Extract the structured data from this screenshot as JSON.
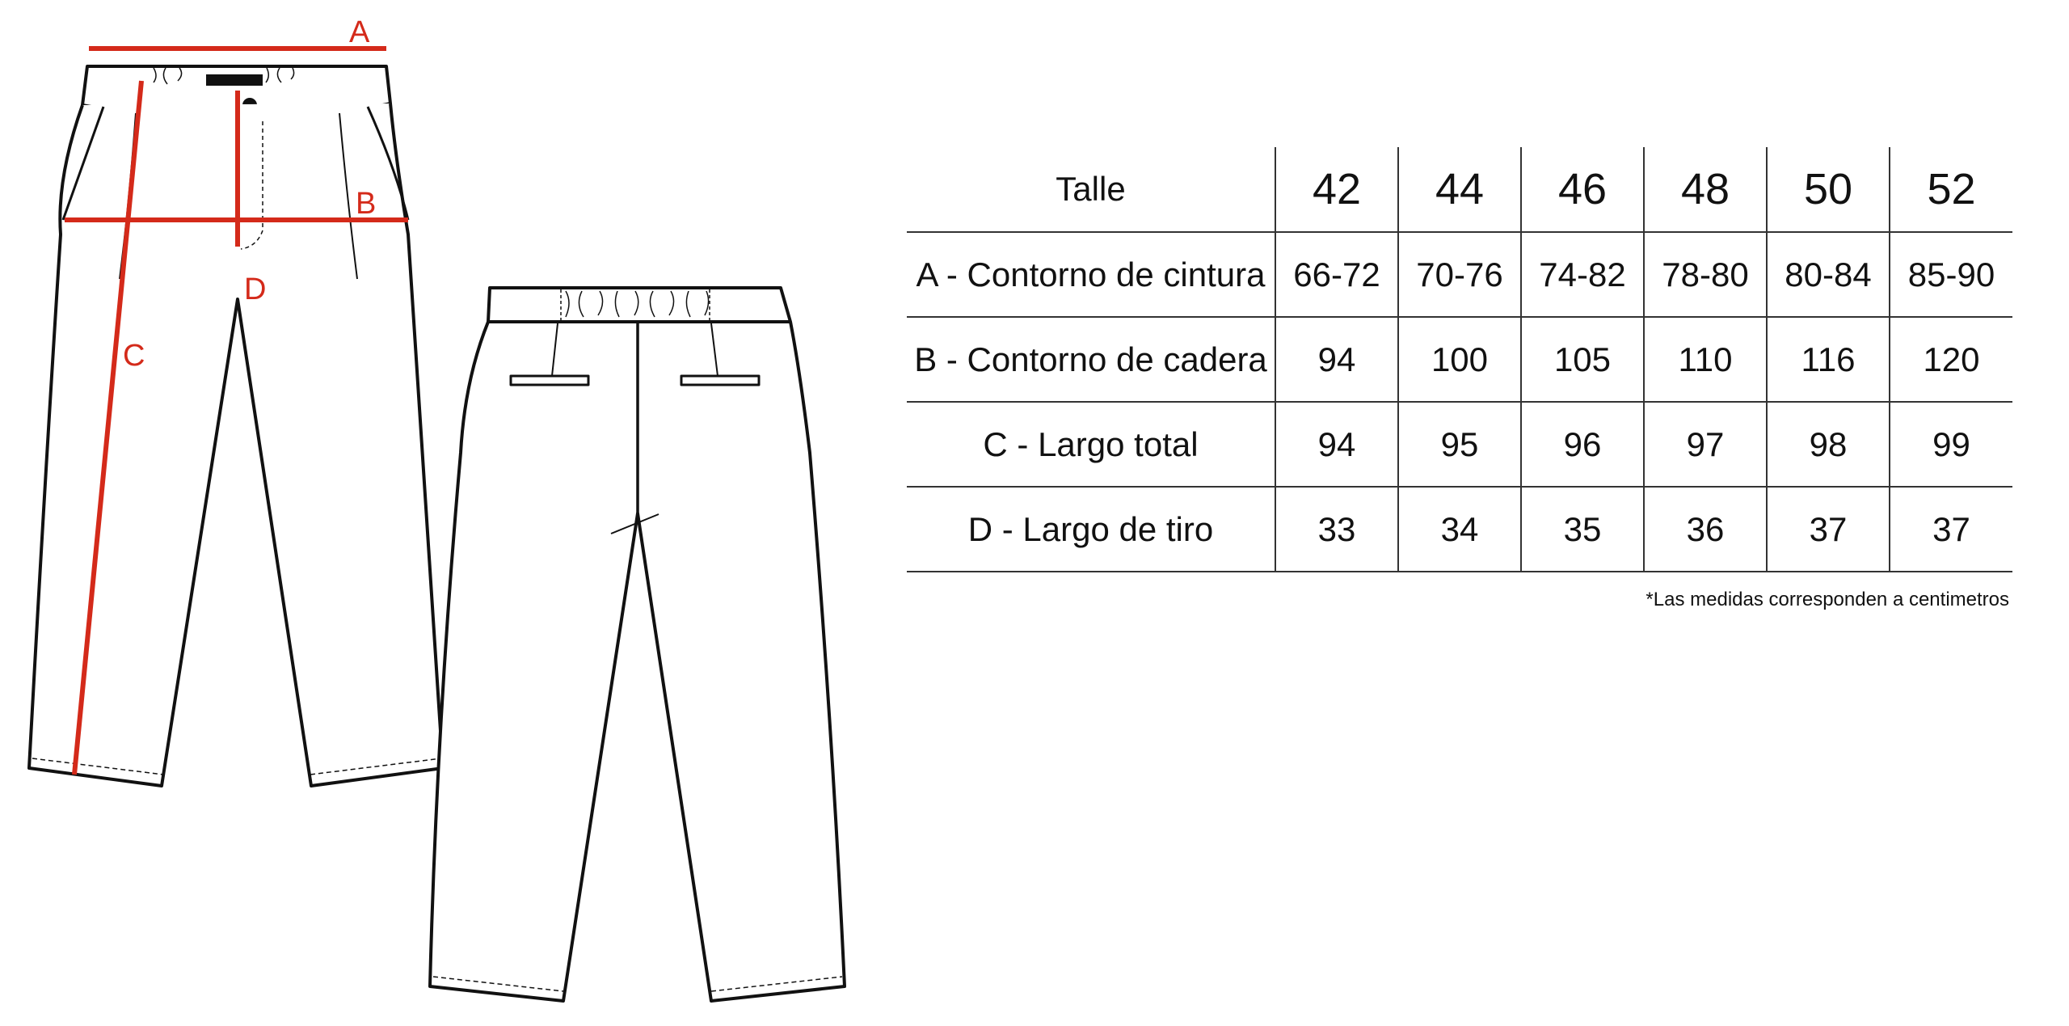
{
  "measure_labels": {
    "a": "A",
    "b": "B",
    "c": "C",
    "d": "D"
  },
  "chart_data": {
    "type": "table",
    "header_label": "Talle",
    "sizes": [
      "42",
      "44",
      "46",
      "48",
      "50",
      "52"
    ],
    "rows": [
      {
        "label": "A - Contorno de cintura",
        "values": [
          "66-72",
          "70-76",
          "74-82",
          "78-80",
          "80-84",
          "85-90"
        ]
      },
      {
        "label": "B - Contorno de cadera",
        "values": [
          "94",
          "100",
          "105",
          "110",
          "116",
          "120"
        ]
      },
      {
        "label": "C - Largo total",
        "values": [
          "94",
          "95",
          "96",
          "97",
          "98",
          "99"
        ]
      },
      {
        "label": "D - Largo de tiro",
        "values": [
          "33",
          "34",
          "35",
          "36",
          "37",
          "37"
        ]
      }
    ],
    "footnote": "*Las medidas corresponden a centimetros"
  },
  "colors": {
    "measure_red": "#d42a1a",
    "line_dark": "#111111"
  }
}
